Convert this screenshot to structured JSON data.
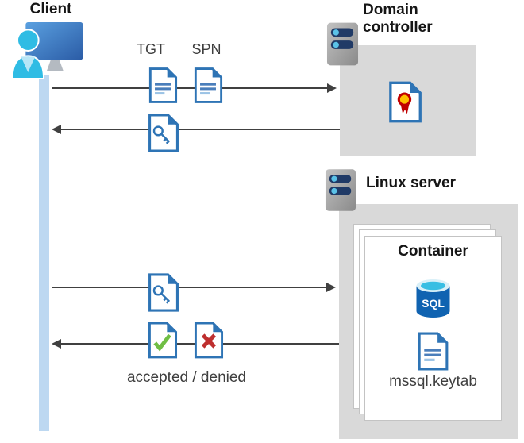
{
  "client": {
    "label": "Client"
  },
  "domain_controller": {
    "label": "Domain controller"
  },
  "linux_server": {
    "label": "Linux server"
  },
  "container": {
    "label": "Container",
    "sql_badge": "SQL",
    "keytab_label": "mssql.keytab"
  },
  "flows": {
    "tgt_label": "TGT",
    "spn_label": "SPN",
    "result_label": "accepted / denied"
  },
  "colors": {
    "doc_blue": "#2E74B5",
    "doc_line_blue": "#4A7EBB",
    "doc_line_light": "#9CC3E5",
    "person_cyan": "#2FBCE4",
    "monitor_blue": "#2B5CA6",
    "box_gray": "#D9D9D9",
    "arrow_gray": "#404040",
    "lifeline_blue": "#BDD8F1",
    "check_green": "#6FBE44",
    "cross_red": "#BE2F2F",
    "cert_gold": "#FFC000",
    "cert_red": "#C00000",
    "sql_body_blue": "#1063B1",
    "sql_top_cyan": "#38BEE3",
    "server_pill_navy": "#203A66",
    "server_dot_blue": "#5BC2E7"
  }
}
